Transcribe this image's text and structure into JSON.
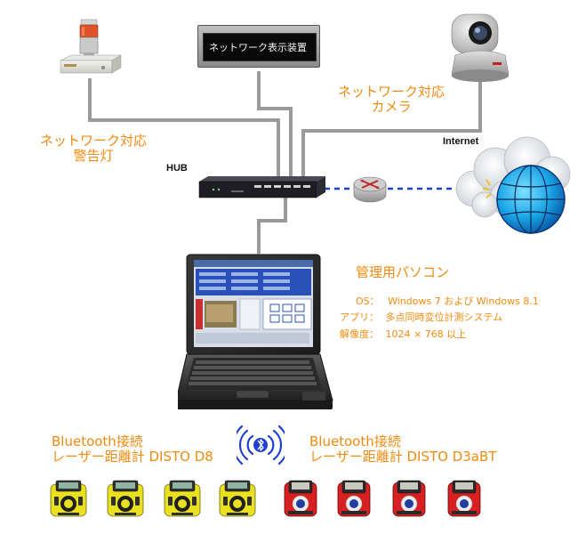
{
  "devices": {
    "warning_light_label": [
      "ネットワーク対応",
      "警告灯"
    ],
    "display_sign_text": "ネットワーク表示装置",
    "camera_label": [
      "ネットワーク対応",
      "カメラ"
    ],
    "hub_label": "HUB",
    "internet_label": "Internet",
    "pc_title": "管理用パソコン",
    "pc_specs": [
      {
        "key": "OS：",
        "value": "Windows 7 および Windows 8.1"
      },
      {
        "key": "アプリ：",
        "value": "多点同時変位計測システム"
      },
      {
        "key": "解像度：",
        "value": "1024 × 768 以上"
      }
    ],
    "bluetooth_left_label": [
      "Bluetooth接続",
      "レーザー距離計 DISTO D8"
    ],
    "bluetooth_right_label": [
      "Bluetooth接続",
      "レーザー距離計 DISTO D3aBT"
    ]
  },
  "colors": {
    "label_orange": "#f08a10",
    "cable_gray": "#9a9a9a",
    "internet_link_blue": "#1f3fd0",
    "disto_d8_yellow": "#e8e020",
    "disto_d3_red": "#d82020"
  },
  "icons": [
    "warning-light",
    "display-sign",
    "network-camera",
    "hub",
    "router",
    "globe-cloud",
    "laptop",
    "bluetooth-icon",
    "laser-meter"
  ]
}
